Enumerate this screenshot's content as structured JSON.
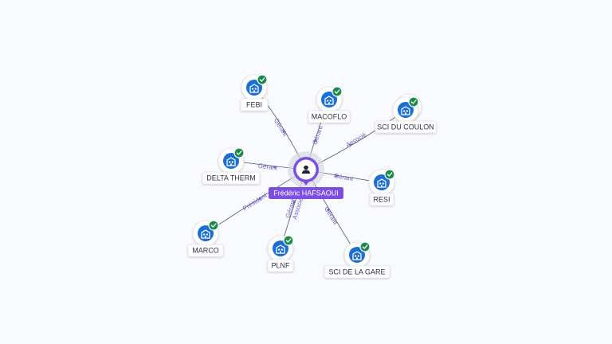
{
  "center": {
    "name": "Frédéric HAFSAOUI",
    "icon": "person-icon",
    "color": "#7b4fe3"
  },
  "companies": [
    {
      "id": "febi",
      "name": "FEBI",
      "relation": "Gérant",
      "verified": true
    },
    {
      "id": "macoflo",
      "name": "MACOFLO",
      "relation": "Gérant",
      "verified": true
    },
    {
      "id": "sci-du-coulon",
      "name": "SCI DU COULON",
      "relation": "Associé",
      "verified": true
    },
    {
      "id": "delta-therm",
      "name": "DELTA THERM",
      "relation": "Gérant",
      "verified": true
    },
    {
      "id": "resi",
      "name": "RESI",
      "relation": "Gérant",
      "verified": true
    },
    {
      "id": "marco",
      "name": "MARCO",
      "relation": "Président",
      "verified": true
    },
    {
      "id": "plnf",
      "name": "PLNF",
      "relation": "Gérant",
      "relation2": "Associé",
      "verified": true
    },
    {
      "id": "sci-de-la-gare",
      "name": "SCI DE LA GARE",
      "relation": "Gérant",
      "verified": true
    }
  ],
  "colors": {
    "company_icon": "#1a6fd6",
    "verified_badge": "#1b8a4a",
    "edge_label": "#6b62c9",
    "background": "#f9fafd"
  },
  "icons": {
    "company": "building-icon",
    "verified": "check-badge-icon"
  }
}
